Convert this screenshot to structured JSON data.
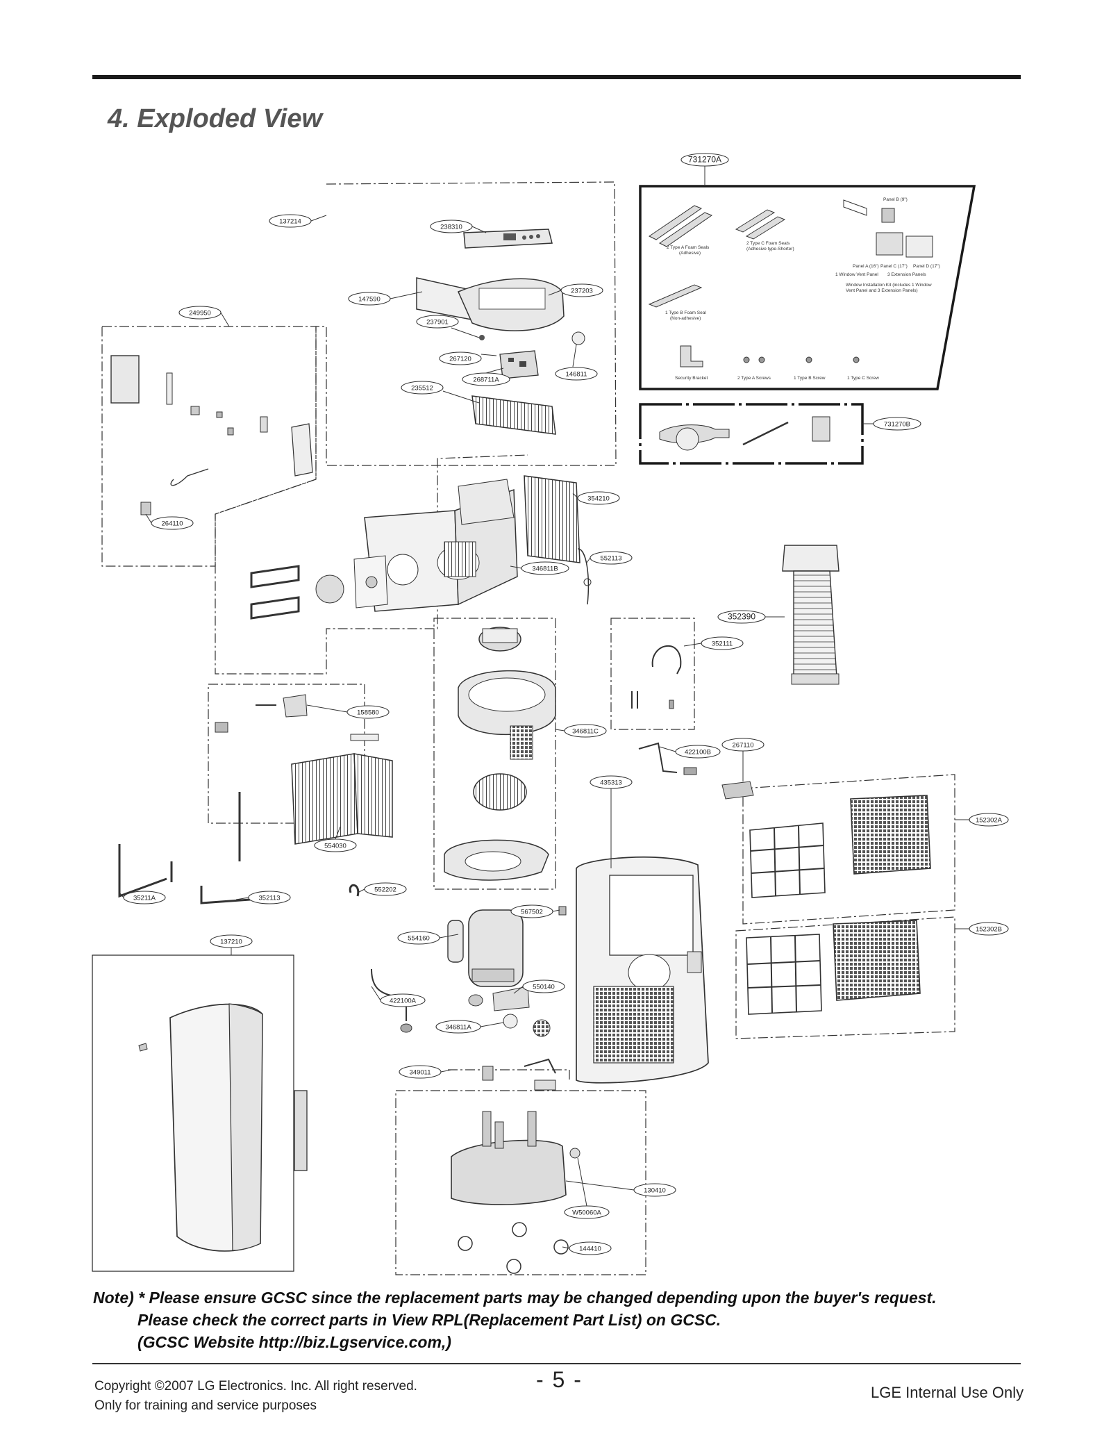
{
  "title": "4. Exploded View",
  "part_tags": [
    {
      "id": "t-731270A",
      "label": "731270A"
    },
    {
      "id": "t-137214",
      "label": "137214"
    },
    {
      "id": "t-238310",
      "label": "238310"
    },
    {
      "id": "t-237203",
      "label": "237203"
    },
    {
      "id": "t-147590",
      "label": "147590"
    },
    {
      "id": "t-249950",
      "label": "249950"
    },
    {
      "id": "t-237901",
      "label": "237901"
    },
    {
      "id": "t-267120",
      "label": "267120"
    },
    {
      "id": "t-268711A",
      "label": "268711A"
    },
    {
      "id": "t-146811",
      "label": "146811"
    },
    {
      "id": "t-235512",
      "label": "235512"
    },
    {
      "id": "t-731270B",
      "label": "731270B"
    },
    {
      "id": "t-354210",
      "label": "354210"
    },
    {
      "id": "t-264110",
      "label": "264110"
    },
    {
      "id": "t-552113",
      "label": "552113"
    },
    {
      "id": "t-346811B",
      "label": "346811B"
    },
    {
      "id": "t-352390",
      "label": "352390"
    },
    {
      "id": "t-352111",
      "label": "352111"
    },
    {
      "id": "t-158580",
      "label": "158580"
    },
    {
      "id": "t-346811C",
      "label": "346811C"
    },
    {
      "id": "t-422100B",
      "label": "422100B"
    },
    {
      "id": "t-267110",
      "label": "267110"
    },
    {
      "id": "t-435313",
      "label": "435313"
    },
    {
      "id": "t-152302A",
      "label": "152302A"
    },
    {
      "id": "t-554030",
      "label": "554030"
    },
    {
      "id": "t-552202",
      "label": "552202"
    },
    {
      "id": "t-35211A",
      "label": "35211A"
    },
    {
      "id": "t-352113",
      "label": "352113"
    },
    {
      "id": "t-567502",
      "label": "567502"
    },
    {
      "id": "t-152302B",
      "label": "152302B"
    },
    {
      "id": "t-137210",
      "label": "137210"
    },
    {
      "id": "t-554160",
      "label": "554160"
    },
    {
      "id": "t-550140",
      "label": "550140"
    },
    {
      "id": "t-422100A",
      "label": "422100A"
    },
    {
      "id": "t-346811A",
      "label": "346811A"
    },
    {
      "id": "t-349011",
      "label": "349011"
    },
    {
      "id": "t-130410",
      "label": "130410"
    },
    {
      "id": "t-W50060A",
      "label": "W50060A"
    },
    {
      "id": "t-144410",
      "label": "144410"
    }
  ],
  "kit_labels": {
    "seal_a": "2 Type A Foam Seals (Adhesive)",
    "seal_a_1": "2 Type A Foam Seals",
    "seal_a_2": "(Adhesive)",
    "seal_c_1": "2 Type C Foam Seals",
    "seal_c_2": "(Adhesive type-Shorter)",
    "seal_b_1": "1 Type B Foam Seal",
    "seal_b_2": "(Non-adhesive)",
    "panel_b": "Panel B (9\")",
    "panel_a": "Panel A (16\")",
    "panel_c": "Panel C (17\")",
    "panel_d": "Panel D (17\")",
    "vent_panel": "1 Window Vent Panel",
    "ext_panels": "3 Extension Panels",
    "kit_1": "Window Installation Kit (includes 1 Window",
    "kit_2": "Vent Panel and 3 Extension Panels)",
    "security_bracket": "Security Bracket",
    "screw_a": "2 Type A Screws",
    "screw_b": "1 Type B Screw",
    "screw_c": "1 Type C Screw"
  },
  "note": {
    "line1": "Note) * Please ensure GCSC since the replacement parts may be changed depending upon the buyer's request.",
    "line2": "Please check  the correct parts in View RPL(Replacement Part List) on GCSC.",
    "line3": "(GCSC Website  http://biz.Lgservice.com,)"
  },
  "footer": {
    "copyright_1": "Copyright ©2007 LG Electronics. Inc. All right reserved.",
    "copyright_2": "Only for training and service purposes",
    "page_number": "- 5 -",
    "internal": "LGE Internal Use Only"
  }
}
